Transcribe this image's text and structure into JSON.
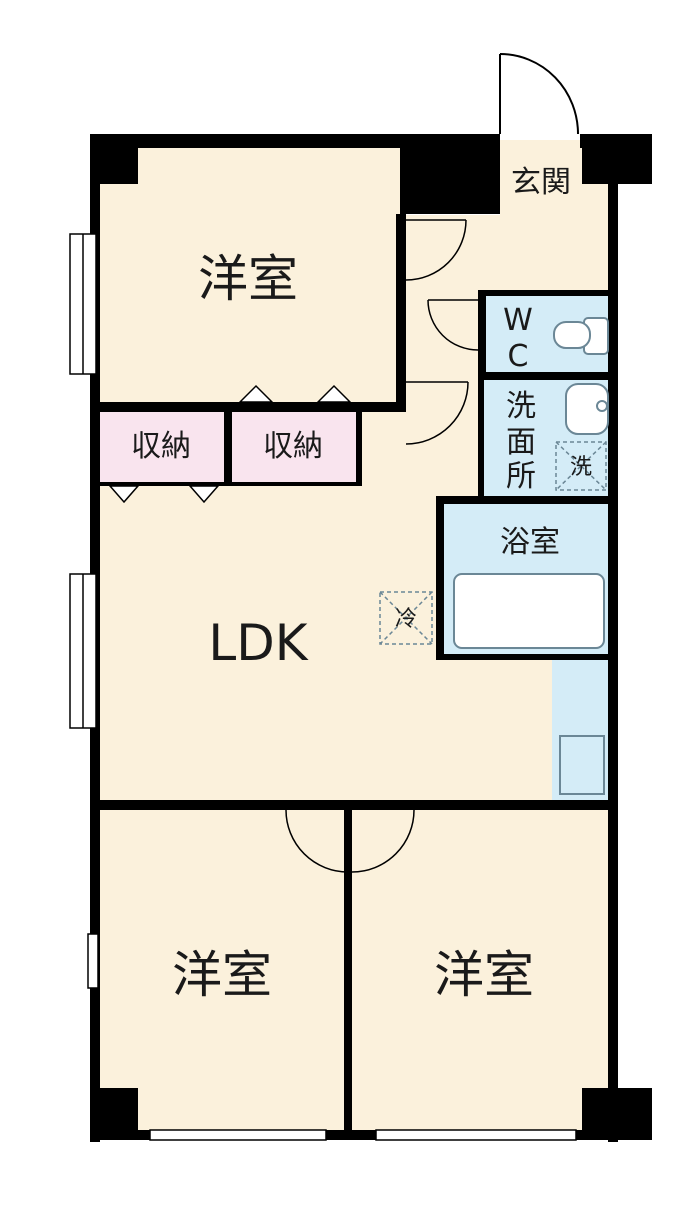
{
  "colors": {
    "floor": "#fbf1dc",
    "wet": "#d4ecf7",
    "storage": "#f9e4ee",
    "wall": "#000000",
    "fixture_line": "#6b8796"
  },
  "rooms": {
    "western_top": "洋室",
    "storage_1": "収納",
    "storage_2": "収納",
    "ldk": "LDK",
    "entrance": "玄関",
    "wc_1": "W",
    "wc_2": "C",
    "washroom_1": "洗",
    "washroom_2": "面",
    "washroom_3": "所",
    "washer_mark": "洗",
    "bath": "浴室",
    "fridge_mark": "冷",
    "western_bottom_left": "洋室",
    "western_bottom_right": "洋室"
  }
}
